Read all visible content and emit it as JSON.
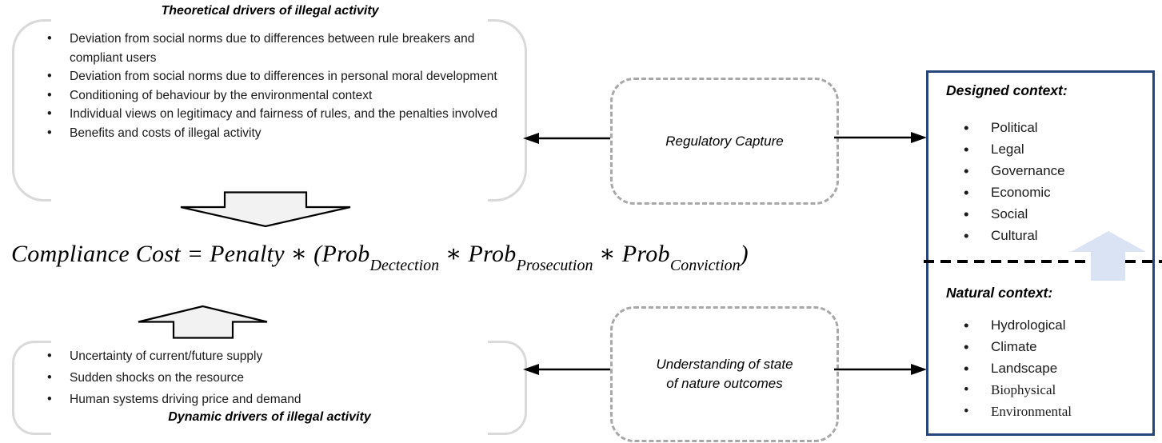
{
  "theoretical": {
    "title": "Theoretical drivers of illegal activity",
    "bullets": [
      "Deviation from social norms due to differences between rule breakers and compliant users",
      "Deviation from social norms due to differences in personal moral development",
      "Conditioning of behaviour by the environmental context",
      "Individual views on legitimacy and fairness of rules, and the penalties involved",
      "Benefits and costs of illegal activity"
    ]
  },
  "formula": {
    "p1": "Compliance Cost = Penalty ∗ (Prob",
    "s1": "Dectection",
    "p2": " ∗ Prob",
    "s2": "Prosecution",
    "p3": " ∗ Prob",
    "s3": "Conviction",
    "p4": ")"
  },
  "dynamic": {
    "title": "Dynamic drivers of illegal activity",
    "bullets": [
      "Uncertainty of current/future supply",
      "Sudden shocks on the resource",
      "Human systems driving price and demand"
    ]
  },
  "links": {
    "regulatory_capture": "Regulatory Capture",
    "understanding_line1": "Understanding of state",
    "understanding_line2": "of nature outcomes"
  },
  "context_panel": {
    "designed_title": "Designed context:",
    "designed_items": [
      "Political",
      "Legal",
      "Governance",
      "Economic",
      "Social",
      "Cultural"
    ],
    "natural_title": "Natural context:",
    "natural_items": [
      "Hydrological",
      "Climate",
      "Landscape",
      "Biophysical",
      "Environmental"
    ]
  },
  "colors": {
    "panel_border": "#26457d",
    "panel_arrow_fill": "#dae3f3",
    "bracket_gray": "#d9d9d9",
    "dashed_box_border": "#a8a8a8",
    "block_arrow_fill": "#f2f2f2"
  }
}
